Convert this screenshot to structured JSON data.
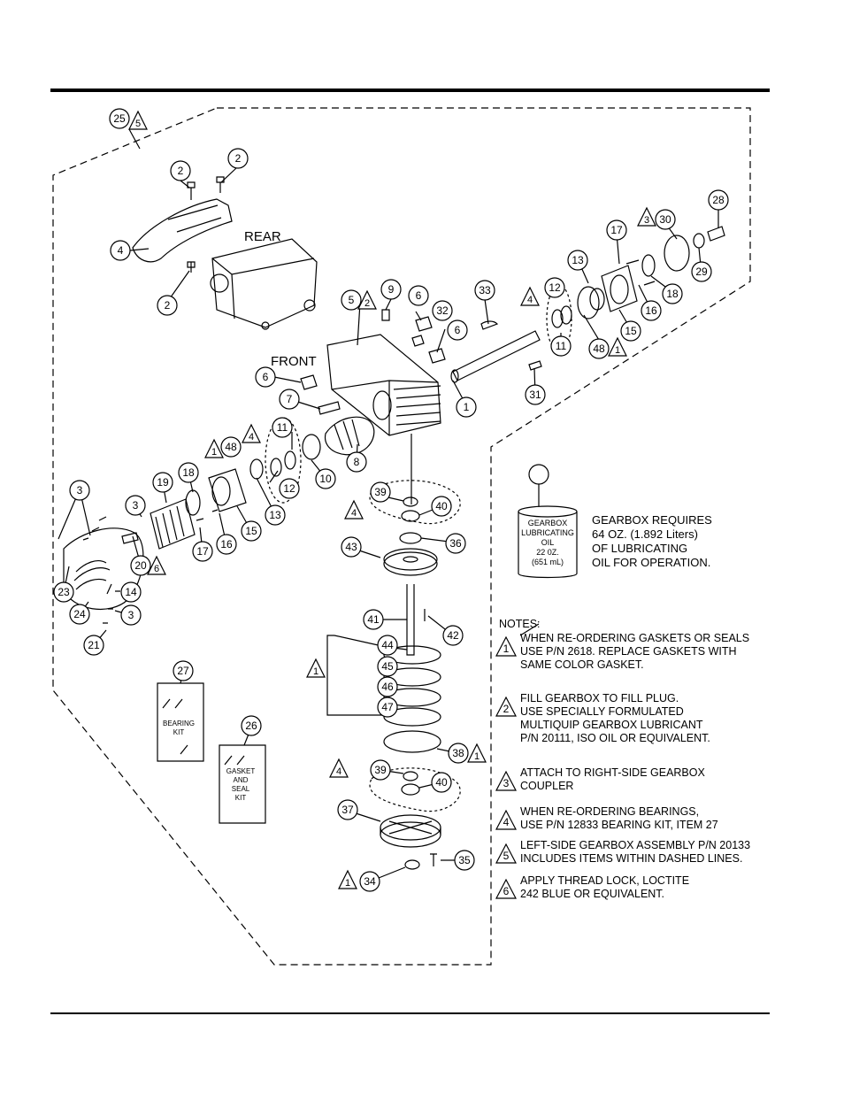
{
  "labels": {
    "rear": "REAR",
    "front": "FRONT",
    "bearing_kit": "BEARING\nKIT",
    "gasket_kit": "GASKET\nAND\nSEAL\nKIT",
    "can_lines": [
      "GEARBOX",
      "LUBRICATING",
      "OIL",
      "22 0Z.",
      "(651 mL)"
    ]
  },
  "gearbox_requires": "GEARBOX REQUIRES\n64 OZ.  (1.892 Liters)\nOF LUBRICATING\nOIL FOR OPERATION.",
  "notes_heading": "NOTES:",
  "notes": [
    {
      "num": "1",
      "text": "WHEN RE-ORDERING GASKETS OR SEALS\nUSE P/N 2618. REPLACE GASKETS WITH\nSAME COLOR GASKET."
    },
    {
      "num": "2",
      "text": "FILL GEARBOX TO FILL PLUG.\nUSE SPECIALLY FORMULATED\nMULTIQUIP GEARBOX LUBRICANT\nP/N 20111, ISO OIL OR EQUIVALENT."
    },
    {
      "num": "3",
      "text": "ATTACH TO RIGHT-SIDE GEARBOX\nCOUPLER"
    },
    {
      "num": "4",
      "text": "WHEN RE-ORDERING BEARINGS,\nUSE P/N 12833 BEARING KIT, ITEM 27"
    },
    {
      "num": "5",
      "text": "LEFT-SIDE GEARBOX ASSEMBLY P/N 20133\nINCLUDES  ITEMS WITHIN DASHED LINES."
    },
    {
      "num": "6",
      "text": "APPLY THREAD LOCK, LOCTITE\n242 BLUE OR EQUIVALENT."
    }
  ],
  "callouts": [
    {
      "id": "c25",
      "num": "25"
    },
    {
      "id": "c2a",
      "num": "2"
    },
    {
      "id": "c2b",
      "num": "2"
    },
    {
      "id": "c4a",
      "num": "4"
    },
    {
      "id": "c2c",
      "num": "2"
    },
    {
      "id": "c9",
      "num": "9"
    },
    {
      "id": "c5",
      "num": "5"
    },
    {
      "id": "c6a",
      "num": "6"
    },
    {
      "id": "c32",
      "num": "32"
    },
    {
      "id": "c6b",
      "num": "6"
    },
    {
      "id": "c6c",
      "num": "6"
    },
    {
      "id": "c33",
      "num": "33"
    },
    {
      "id": "c13a",
      "num": "13"
    },
    {
      "id": "c12a",
      "num": "12"
    },
    {
      "id": "c17a",
      "num": "17"
    },
    {
      "id": "c30",
      "num": "30"
    },
    {
      "id": "c28",
      "num": "28"
    },
    {
      "id": "c29",
      "num": "29"
    },
    {
      "id": "c18a",
      "num": "18"
    },
    {
      "id": "c16a",
      "num": "16"
    },
    {
      "id": "c15a",
      "num": "15"
    },
    {
      "id": "c48a",
      "num": "48"
    },
    {
      "id": "c11a",
      "num": "11"
    },
    {
      "id": "c1",
      "num": "1"
    },
    {
      "id": "c31",
      "num": "31"
    },
    {
      "id": "c7",
      "num": "7"
    },
    {
      "id": "c11b",
      "num": "11"
    },
    {
      "id": "c48b",
      "num": "48"
    },
    {
      "id": "c8",
      "num": "8"
    },
    {
      "id": "c10",
      "num": "10"
    },
    {
      "id": "c12b",
      "num": "12"
    },
    {
      "id": "c13b",
      "num": "13"
    },
    {
      "id": "c15b",
      "num": "15"
    },
    {
      "id": "c18b",
      "num": "18"
    },
    {
      "id": "c19",
      "num": "19"
    },
    {
      "id": "c3a",
      "num": "3"
    },
    {
      "id": "c3b",
      "num": "3"
    },
    {
      "id": "c16b",
      "num": "16"
    },
    {
      "id": "c17b",
      "num": "17"
    },
    {
      "id": "c20",
      "num": "20"
    },
    {
      "id": "c23",
      "num": "23"
    },
    {
      "id": "c14",
      "num": "14"
    },
    {
      "id": "c3c",
      "num": "3"
    },
    {
      "id": "c24",
      "num": "24"
    },
    {
      "id": "c21",
      "num": "21"
    },
    {
      "id": "c39a",
      "num": "39"
    },
    {
      "id": "c40a",
      "num": "40"
    },
    {
      "id": "c43",
      "num": "43"
    },
    {
      "id": "c36",
      "num": "36"
    },
    {
      "id": "c41",
      "num": "41"
    },
    {
      "id": "c42",
      "num": "42"
    },
    {
      "id": "c44",
      "num": "44"
    },
    {
      "id": "c45",
      "num": "45"
    },
    {
      "id": "c46",
      "num": "46"
    },
    {
      "id": "c47",
      "num": "47"
    },
    {
      "id": "c38",
      "num": "38"
    },
    {
      "id": "c39b",
      "num": "39"
    },
    {
      "id": "c40b",
      "num": "40"
    },
    {
      "id": "c37",
      "num": "37"
    },
    {
      "id": "c34",
      "num": "34"
    },
    {
      "id": "c35",
      "num": "35"
    },
    {
      "id": "c27",
      "num": "27"
    },
    {
      "id": "c26",
      "num": "26"
    }
  ],
  "triangles": [
    {
      "id": "t5",
      "num": "5"
    },
    {
      "id": "t2",
      "num": "2"
    },
    {
      "id": "t4a",
      "num": "4"
    },
    {
      "id": "t3",
      "num": "3"
    },
    {
      "id": "t1a",
      "num": "1"
    },
    {
      "id": "t1b",
      "num": "1"
    },
    {
      "id": "t4b",
      "num": "4"
    },
    {
      "id": "t6",
      "num": "6"
    },
    {
      "id": "t4c",
      "num": "4"
    },
    {
      "id": "t1c",
      "num": "1"
    },
    {
      "id": "t1d",
      "num": "1"
    },
    {
      "id": "t4d",
      "num": "4"
    },
    {
      "id": "t1e",
      "num": "1"
    }
  ]
}
